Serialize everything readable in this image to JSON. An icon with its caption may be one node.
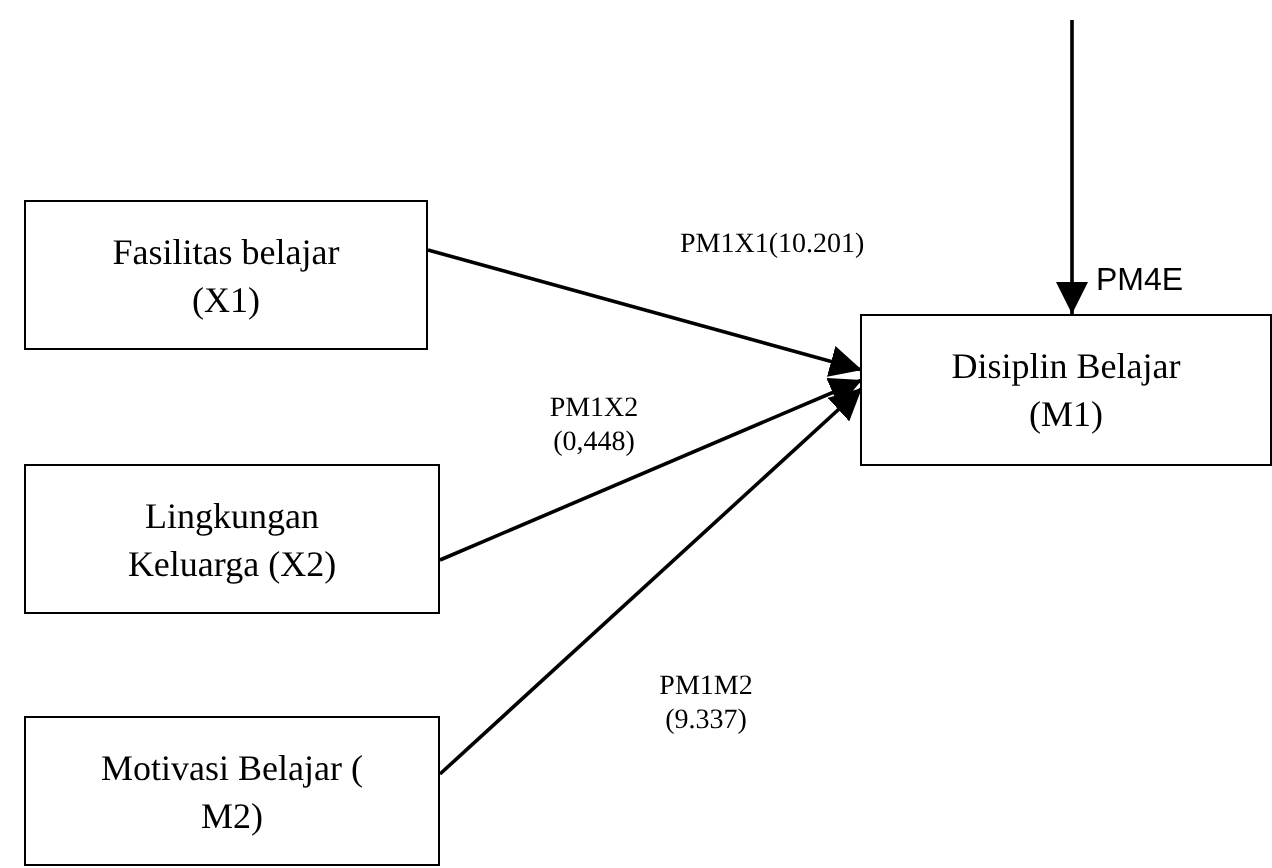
{
  "diagram": {
    "nodes": [
      {
        "text": [
          "Fasilitas belajar (X1)"
        ]
      },
      {
        "text": [
          "Lingkungan Keluarga (X2)"
        ]
      },
      {
        "text": [
          "Motivasi Belajar ( M2)"
        ]
      },
      {
        "text": [
          "Disiplin Belajar (M1)"
        ]
      }
    ],
    "edges": [
      {
        "from": 0,
        "to": 3,
        "arrow": "to",
        "label": "PM1X1(10.201)"
      },
      {
        "from": 1,
        "to": 3,
        "arrow": "to",
        "label": "PM1X2 (0,448)"
      },
      {
        "from": 2,
        "to": 3,
        "arrow": "to",
        "label": "PM1M2 (9.337)"
      },
      {
        "from": null,
        "to": 3,
        "arrow": "to",
        "label": "PM4E"
      }
    ]
  }
}
